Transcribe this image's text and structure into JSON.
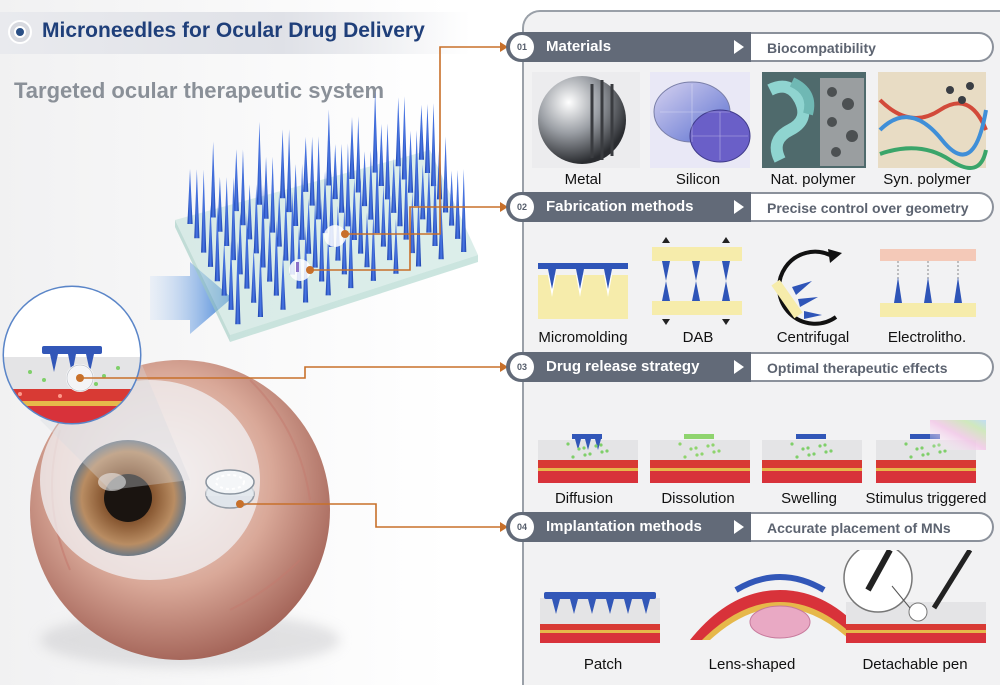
{
  "header": {
    "title": "Microneedles for Ocular Drug Delivery",
    "subtitle": "Targeted ocular therapeutic system"
  },
  "sections": [
    {
      "number": "01",
      "title": "Materials",
      "benefit": "Biocompatibility",
      "items": [
        "Metal",
        "Silicon",
        "Nat. polymer",
        "Syn. polymer"
      ]
    },
    {
      "number": "02",
      "title": "Fabrication methods",
      "benefit": "Precise control over geometry",
      "items": [
        "Micromolding",
        "DAB",
        "Centrifugal",
        "Electrolitho."
      ]
    },
    {
      "number": "03",
      "title": "Drug release strategy",
      "benefit": "Optimal therapeutic effects",
      "items": [
        "Diffusion",
        "Dissolution",
        "Swelling",
        "Stimulus triggered"
      ]
    },
    {
      "number": "04",
      "title": "Implantation methods",
      "benefit": "Accurate placement of MNs",
      "items": [
        "Patch",
        "Lens-shaped",
        "Detachable pen"
      ]
    }
  ],
  "colors": {
    "title_blue": "#1f3f7a",
    "header_dark": "#626a78",
    "needle_blue": "#2f55c8",
    "connector_orange": "#c8702a",
    "tissue_red": "#d8323a"
  }
}
